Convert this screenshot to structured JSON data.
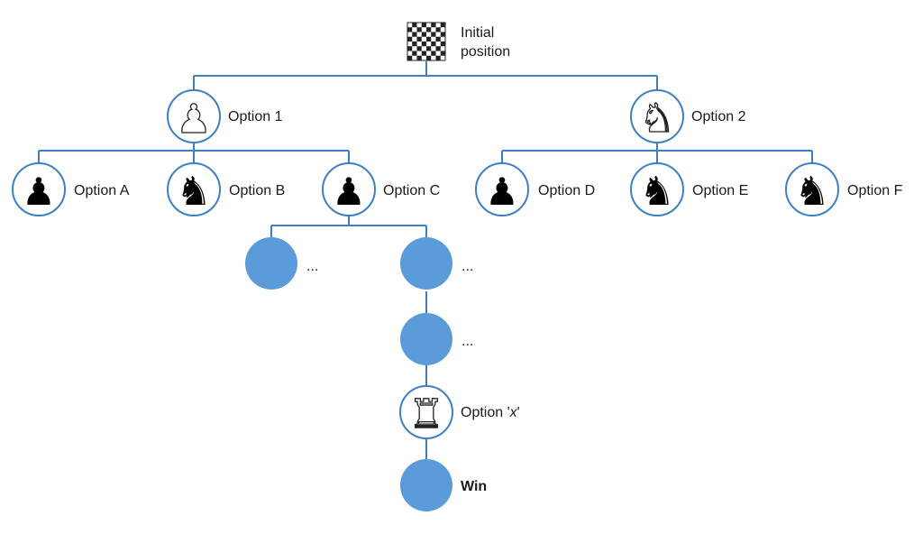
{
  "colors": {
    "line": "#3e7fc4",
    "fill": "#5b9bd9",
    "piece_black": "#000000",
    "piece_white": "#ffffff"
  },
  "root": {
    "label_line1": "Initial",
    "label_line2": "position",
    "icon": "chessboard-icon"
  },
  "level1": [
    {
      "label": "Option 1",
      "icon": "white-pawn-icon"
    },
    {
      "label": "Option 2",
      "icon": "white-knight-icon"
    }
  ],
  "level2": [
    {
      "label": "Option A",
      "icon": "black-pawn-icon"
    },
    {
      "label": "Option B",
      "icon": "black-knight-icon"
    },
    {
      "label": "Option C",
      "icon": "black-pawn-icon"
    },
    {
      "label": "Option D",
      "icon": "black-pawn-icon"
    },
    {
      "label": "Option E",
      "icon": "black-knight-icon"
    },
    {
      "label": "Option F",
      "icon": "black-knight-icon"
    }
  ],
  "level3": [
    {
      "label": "..."
    },
    {
      "label": "..."
    }
  ],
  "deep": {
    "ellipsis_label": "...",
    "option_x_prefix": "Option '",
    "option_x_var": "x",
    "option_x_suffix": "'",
    "option_x_icon": "white-rook-icon",
    "win_label": "Win"
  }
}
